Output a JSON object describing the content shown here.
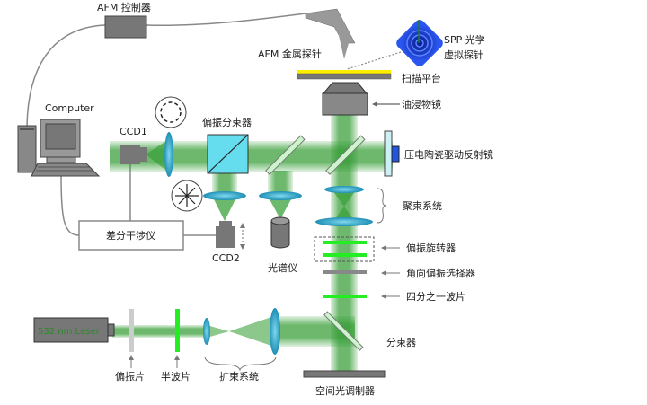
{
  "diagram": {
    "title": "SPP optical virtual probe optical setup",
    "labels": {
      "afm_controller": "AFM 控制器",
      "afm_probe": "AFM 金属探针",
      "spp_probe_line1": "SPP 光学",
      "spp_probe_line2": "虚拟探针",
      "scan_stage": "扫描平台",
      "oil_objective": "油浸物镜",
      "computer": "Computer",
      "ccd1": "CCD1",
      "pbs": "偏振分束器",
      "piezo_mirror": "压电陶瓷驱动反射镜",
      "focus_system": "聚束系统",
      "polarization_rotator": "偏振旋转器",
      "radial_polarization_selector": "角向偏振选择器",
      "quarter_wave_plate": "四分之一波片",
      "beam_splitter": "分束器",
      "slm": "空间光调制器",
      "diff_interferometer": "差分干涉仪",
      "ccd2": "CCD2",
      "spectrometer": "光谱仪",
      "laser": "532 nm Laser",
      "polarizer": "偏振片",
      "half_wave_plate": "半波片",
      "beam_expander": "扩束系统"
    },
    "colors": {
      "beam": "#2e9a2e",
      "lens": "#3aaecf",
      "waveplate": "#22ee22",
      "gold_film": "#ffee00",
      "device_gray": "#777777",
      "pbs_cube": "#66ddee",
      "piezo_block": "#2255dd",
      "spp_probe": "#1133cc"
    }
  }
}
